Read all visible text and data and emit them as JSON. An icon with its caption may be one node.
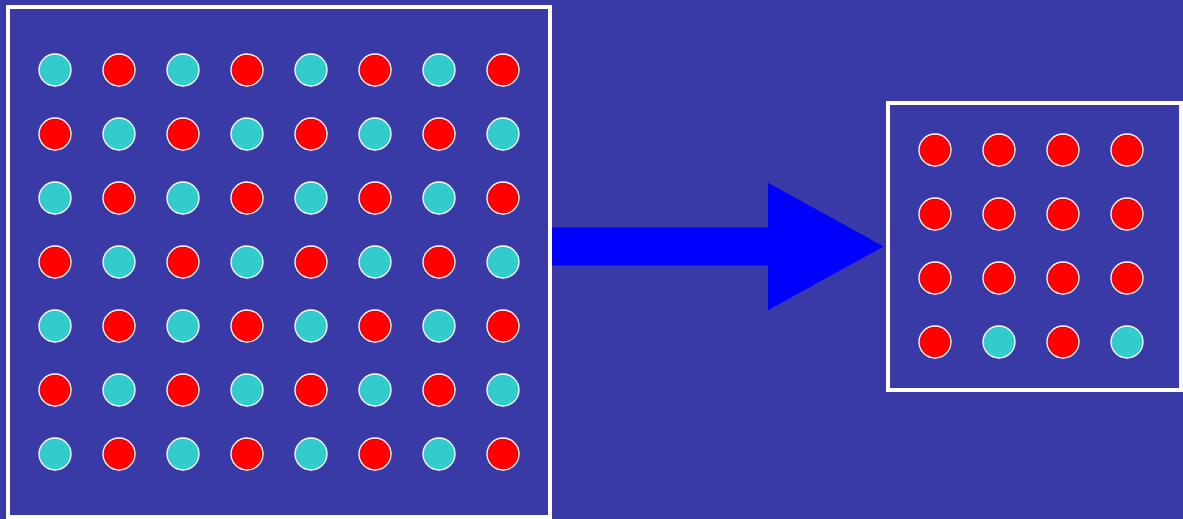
{
  "diagram": {
    "nodes": [
      {
        "text": [],
        "shape": "box"
      },
      {
        "text": [],
        "shape": "box"
      }
    ],
    "edges": [
      {
        "from": 0,
        "to": 1,
        "arrow": "to",
        "color": "#0000ff"
      }
    ]
  }
}
